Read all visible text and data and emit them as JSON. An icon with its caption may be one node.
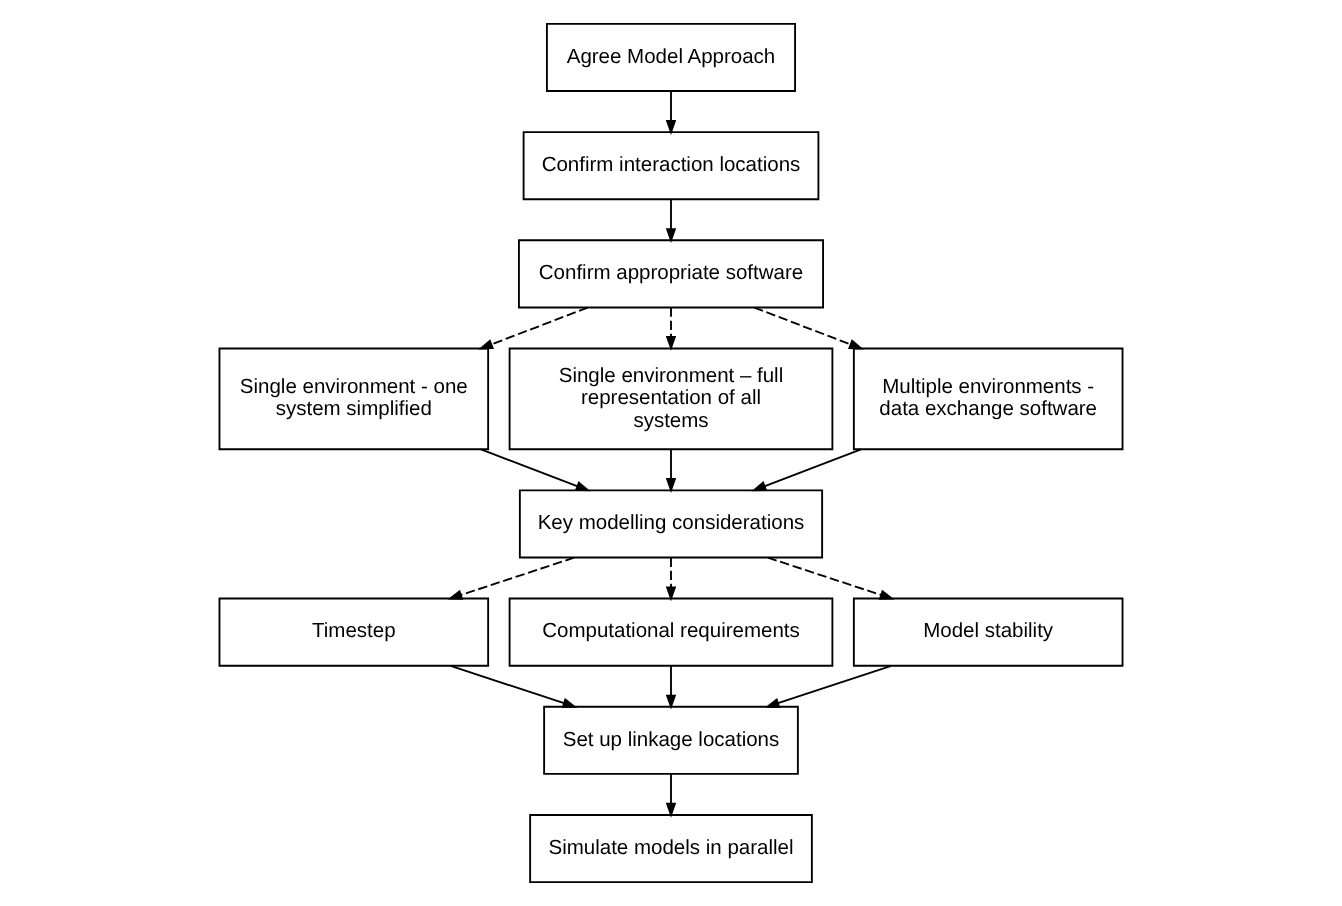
{
  "diagram": {
    "nodes": [
      {
        "text": [
          "Agree Model Approach"
        ]
      },
      {
        "text": [
          "Confirm interaction locations"
        ]
      },
      {
        "text": [
          "Confirm appropriate software"
        ]
      },
      {
        "text": [
          "Single environment - one system simplified"
        ]
      },
      {
        "text": [
          "Single environment – full representation of all systems"
        ]
      },
      {
        "text": [
          "Multiple environments - data exchange software"
        ]
      },
      {
        "text": [
          "Key modelling considerations"
        ]
      },
      {
        "text": [
          "Timestep"
        ]
      },
      {
        "text": [
          "Computational requirements"
        ]
      },
      {
        "text": [
          "Model stability"
        ]
      },
      {
        "text": [
          "Set up linkage locations"
        ]
      },
      {
        "text": [
          "Simulate models in parallel"
        ]
      }
    ],
    "edges": [
      {
        "from": 0,
        "to": 1,
        "arrow": "to"
      },
      {
        "from": 1,
        "to": 2,
        "arrow": "to"
      },
      {
        "from": 2,
        "to": 3,
        "arrow": "to",
        "style": "dashed"
      },
      {
        "from": 2,
        "to": 4,
        "arrow": "to",
        "style": "dashed"
      },
      {
        "from": 2,
        "to": 5,
        "arrow": "to",
        "style": "dashed"
      },
      {
        "from": 3,
        "to": 6,
        "arrow": "to"
      },
      {
        "from": 4,
        "to": 6,
        "arrow": "to"
      },
      {
        "from": 5,
        "to": 6,
        "arrow": "to"
      },
      {
        "from": 6,
        "to": 7,
        "arrow": "to",
        "style": "dashed"
      },
      {
        "from": 6,
        "to": 8,
        "arrow": "to",
        "style": "dashed"
      },
      {
        "from": 6,
        "to": 9,
        "arrow": "to",
        "style": "dashed"
      },
      {
        "from": 7,
        "to": 10,
        "arrow": "to"
      },
      {
        "from": 8,
        "to": 10,
        "arrow": "to"
      },
      {
        "from": 9,
        "to": 10,
        "arrow": "to"
      },
      {
        "from": 10,
        "to": 11,
        "arrow": "to"
      }
    ]
  }
}
